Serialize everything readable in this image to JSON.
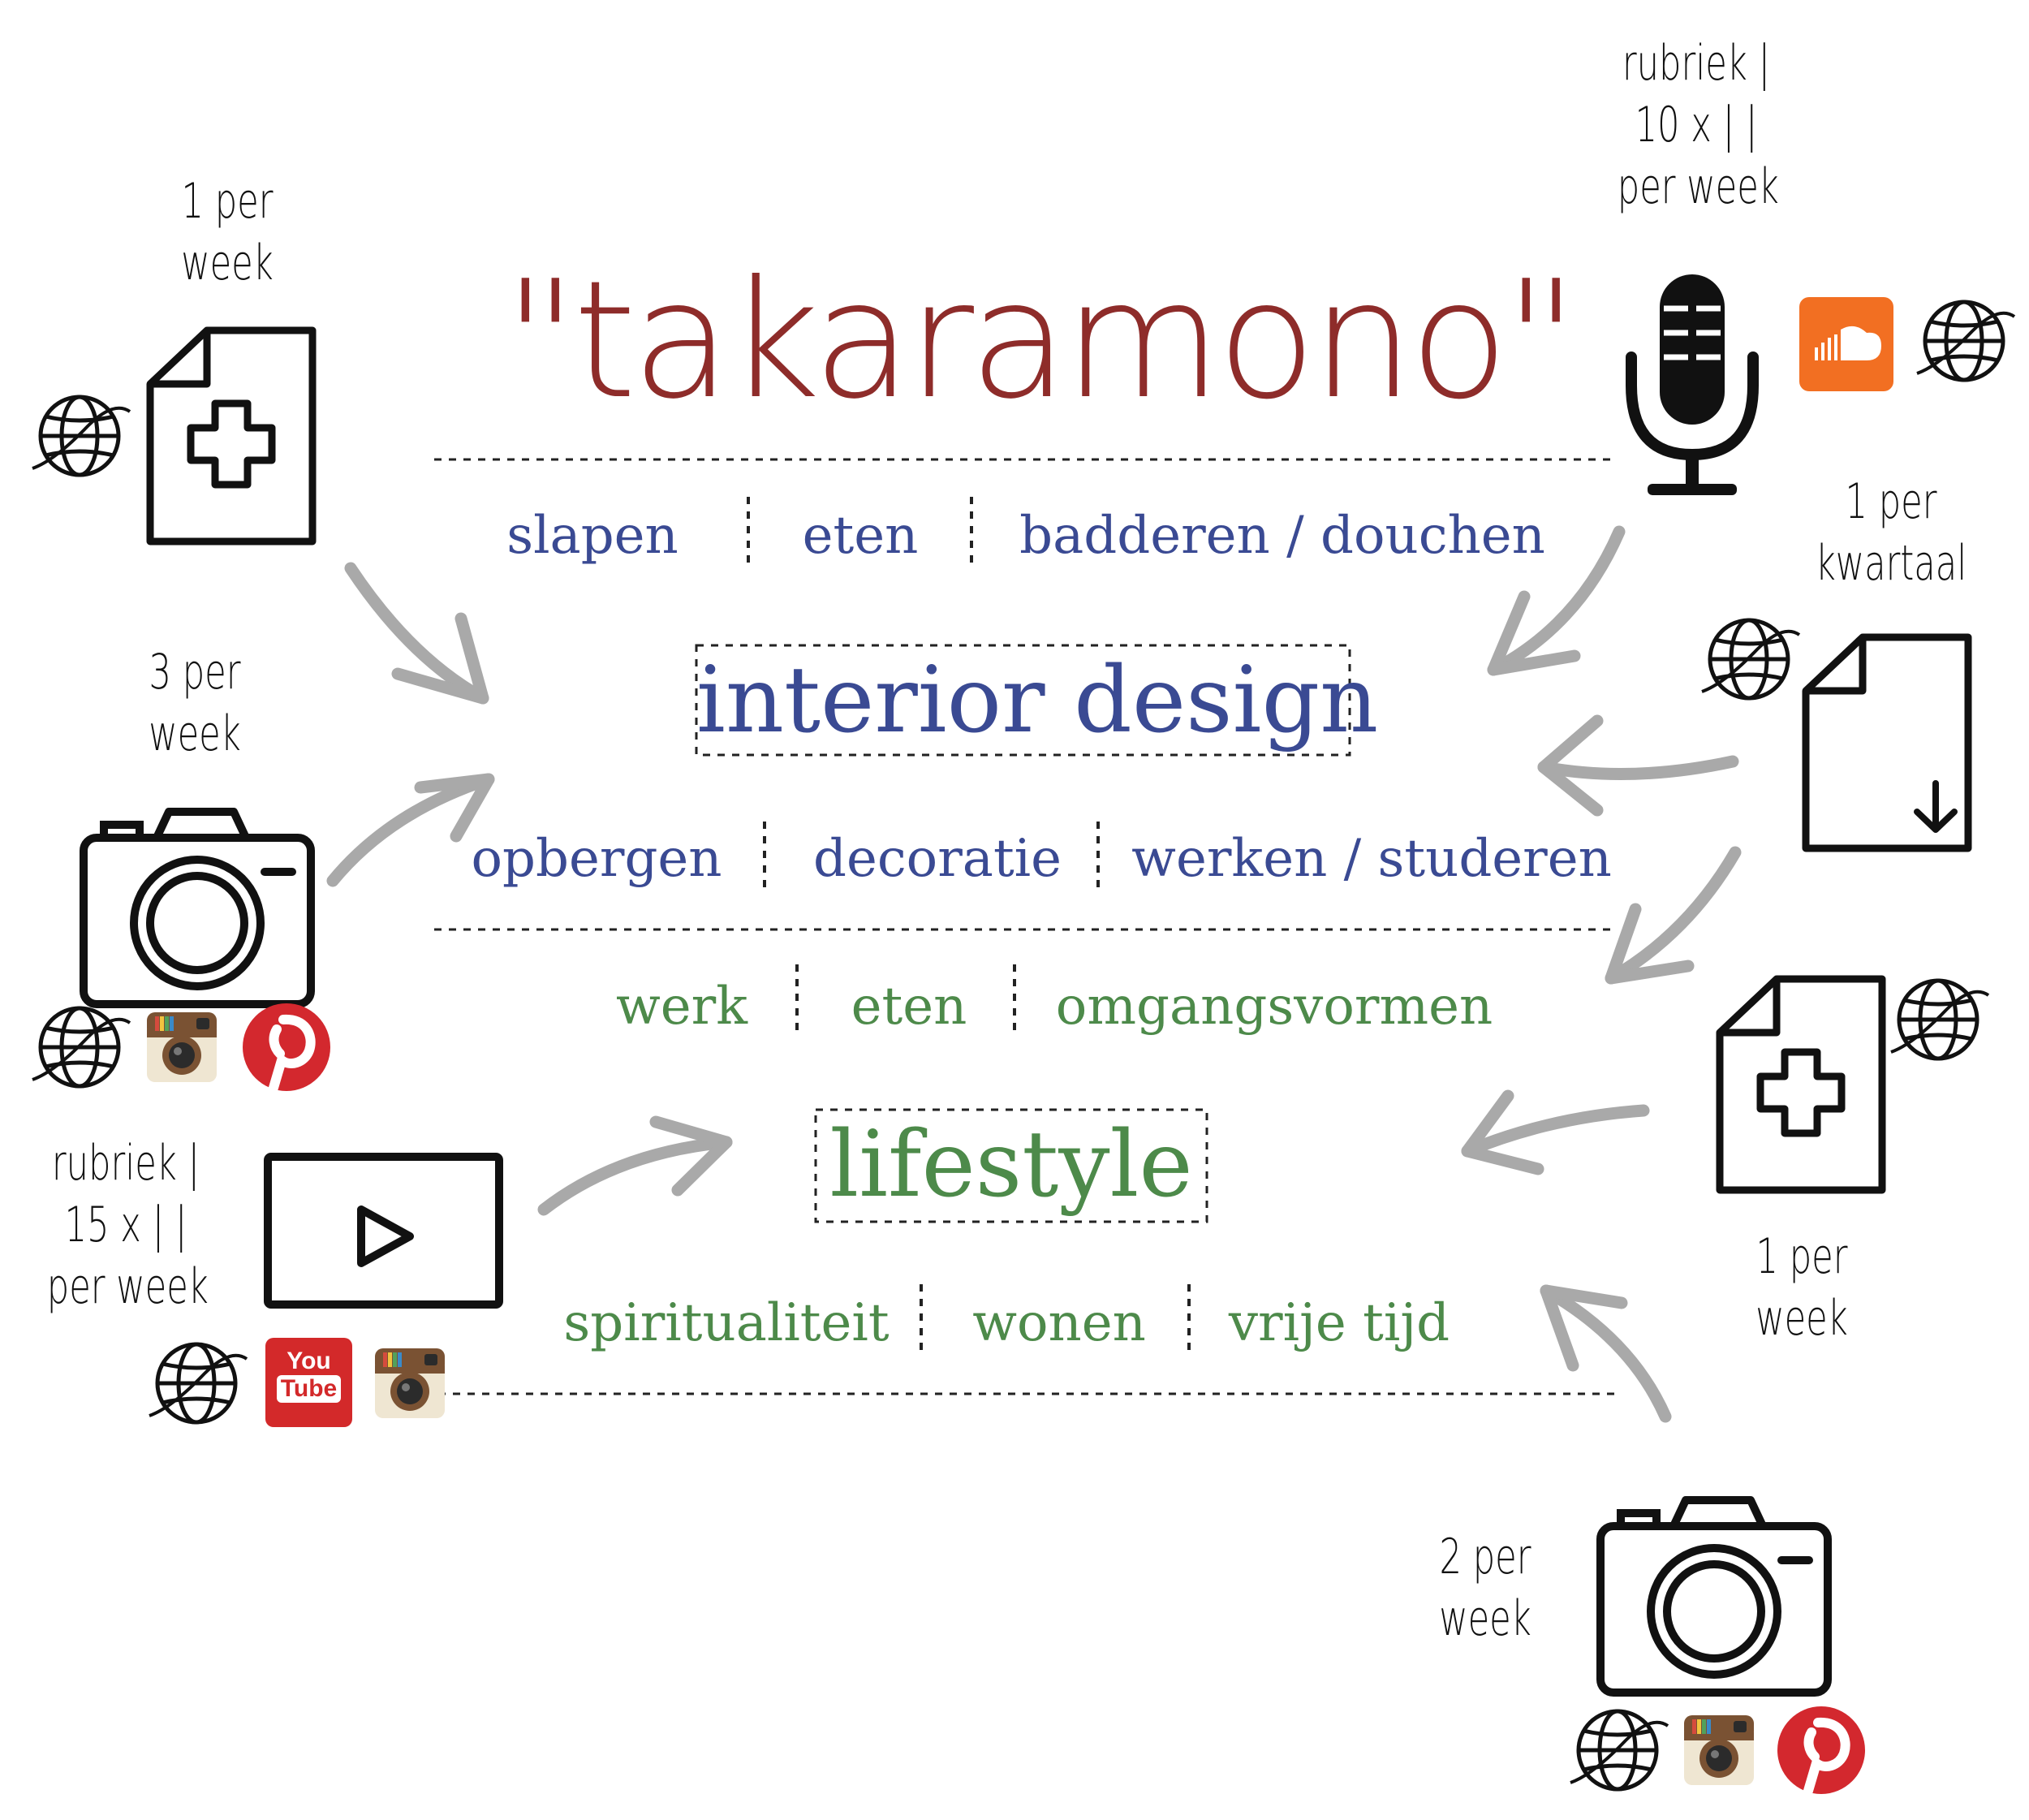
{
  "colors": {
    "title": "#8e2c2a",
    "interior": "#3a4a93",
    "lifestyle": "#4d8a4a",
    "arrow": "#a9a9a9",
    "ink": "#111111",
    "soundcloud": "#f26f22",
    "youtube": "#d3292a",
    "pinterest": "#d3282e",
    "instagram_body": "#efe6d2",
    "instagram_band": "#7a5233"
  },
  "title": "\"takaramono\"",
  "interior": {
    "heading": "interior design",
    "top_categories": [
      "slapen",
      "eten",
      "badderen / douchen"
    ],
    "bottom_categories": [
      "opbergen",
      "decoratie",
      "werken / studeren"
    ]
  },
  "lifestyle": {
    "heading": "lifestyle",
    "top_categories": [
      "werk",
      "eten",
      "omgangsvormen"
    ],
    "bottom_categories": [
      "spiritualiteit",
      "wonen",
      "vrije tijd"
    ]
  },
  "notes": {
    "article_top_left": [
      "1 per",
      "week"
    ],
    "photo_left": [
      "3 per",
      "week"
    ],
    "video_left": [
      "rubriek |",
      "15 x | |",
      "per week"
    ],
    "podcast_top_right": [
      "rubriek |",
      "10 x | |",
      "per week"
    ],
    "download_right": [
      "1 per",
      "kwartaal"
    ],
    "article_right": [
      "1 per",
      "week"
    ],
    "photo_bottom_right": [
      "2 per",
      "week"
    ]
  },
  "icons": {
    "article_top_left": "document-plus-icon",
    "photo_left": "camera-icon",
    "video_left": "video-play-icon",
    "podcast_top_right": "microphone-icon",
    "download_right": "document-download-icon",
    "article_right": "document-plus-icon",
    "photo_bottom_right": "camera-icon",
    "web": "globe-icon",
    "soundcloud": "soundcloud-icon",
    "instagram": "instagram-icon",
    "pinterest": "pinterest-icon",
    "youtube": "youtube-icon"
  },
  "youtube_logo": [
    "You",
    "Tube"
  ]
}
